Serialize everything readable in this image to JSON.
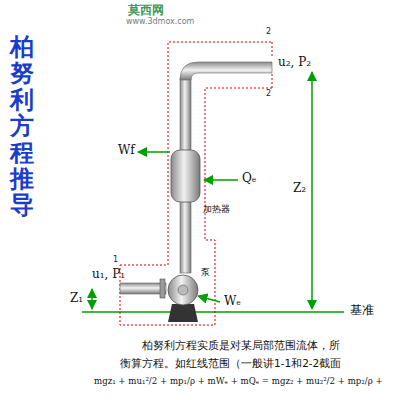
{
  "diagram": {
    "title": "柏努利方程推导",
    "labels": [
      "莫西网",
      "www.3dmox.com",
      "2",
      "2",
      "u₂, P₂",
      "Wf",
      "Qₑ",
      "加热器",
      "Z₂",
      "1",
      "u₁, P₁",
      "泵",
      "Wₑ",
      "Z₁",
      "基准",
      "柏努利方程实质是对某局部范围流体，所",
      "衡算方程。如红线范围（一般讲1-1和2-2截面",
      "mgz₁ + mu₁²/2 + mp₁/ρ + mWₑ + mQₑ = mgz₂ + mu₂²/2 + mp₂/ρ +"
    ]
  }
}
